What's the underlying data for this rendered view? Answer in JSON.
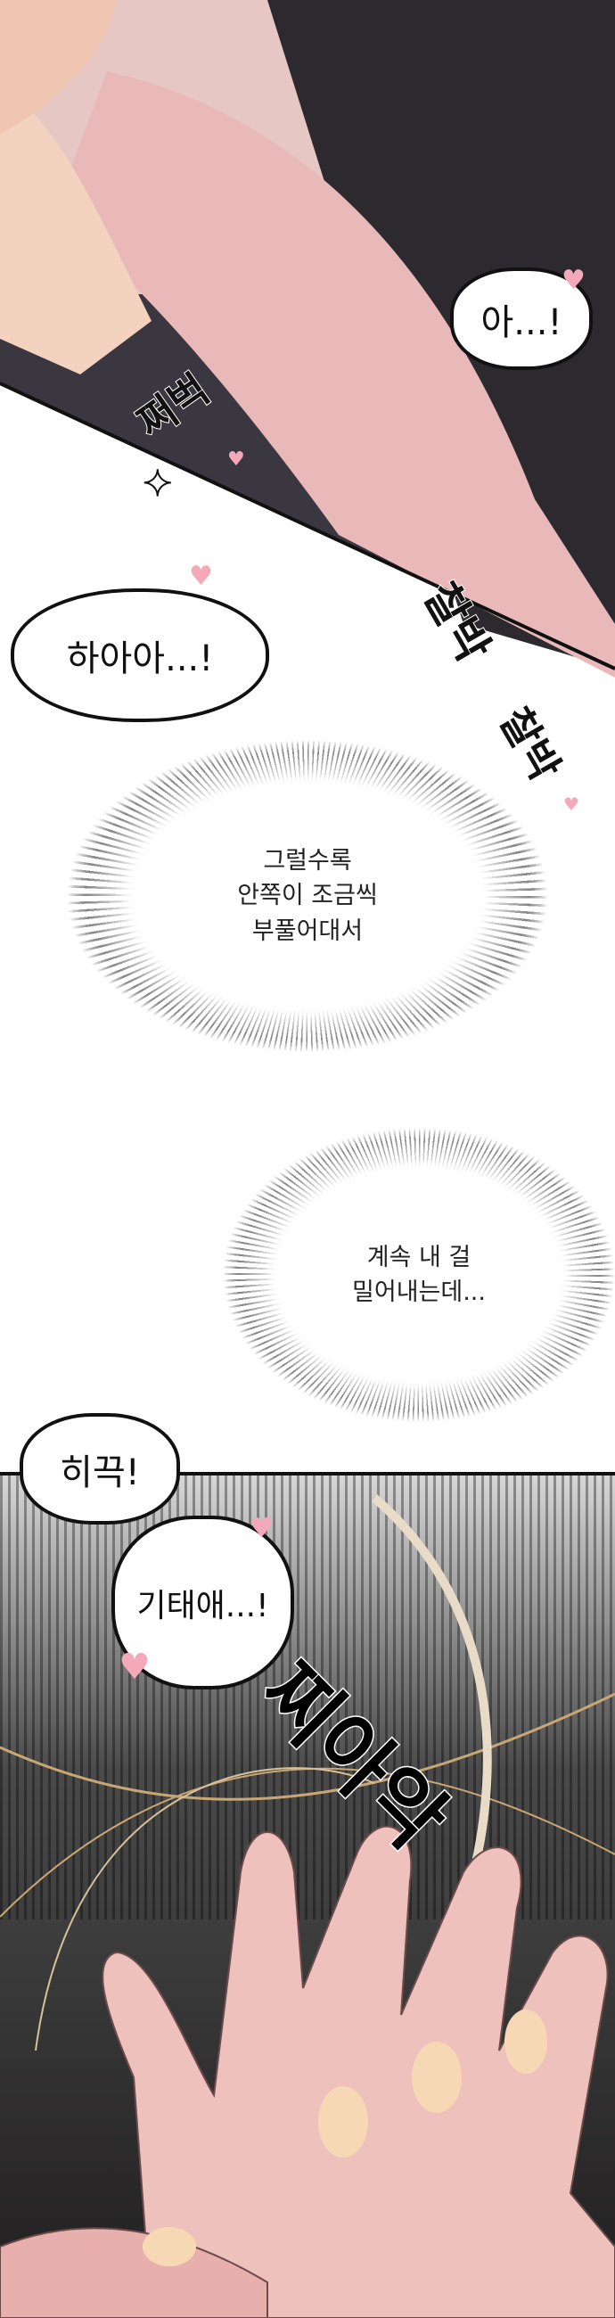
{
  "panel1": {
    "speech_a": "아...!",
    "sfx_step": "쩌벅"
  },
  "panel2": {
    "speech_haa": "하아아...!",
    "sfx_splash_1": "찰박",
    "sfx_splash_2": "찰박"
  },
  "narration": [
    {
      "lines": [
        "그럴수록",
        "안쪽이 조금씩",
        "부풀어대서"
      ]
    },
    {
      "lines": [
        "계속 내 걸",
        "밀어내는데..."
      ]
    }
  ],
  "panel3": {
    "speech_hiccup": "히끅!",
    "speech_name": "기태애...!",
    "sfx_squeeze": "찌아악"
  },
  "colors": {
    "heart": "#f4a9b8",
    "skin": "#f1c9c4",
    "dark": "#2b2a2e",
    "gold": "#c9a774"
  },
  "icons": [
    "heart-icon",
    "sparkle-icon"
  ]
}
